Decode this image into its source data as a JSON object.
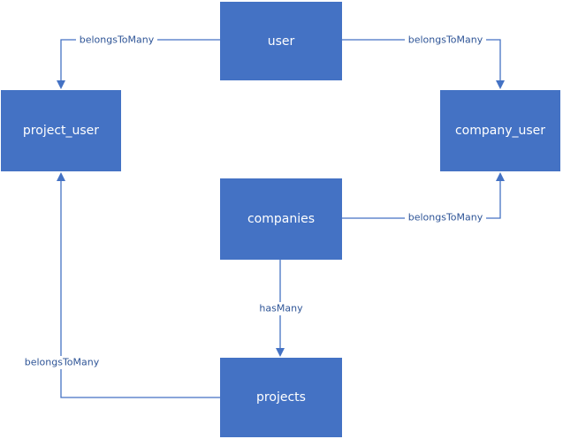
{
  "nodes": {
    "user": "user",
    "project_user": "project_user",
    "company_user": "company_user",
    "companies": "companies",
    "projects": "projects"
  },
  "edges": {
    "user_to_project_user": "belongsToMany",
    "user_to_company_user": "belongsToMany",
    "companies_to_company_user": "belongsToMany",
    "companies_to_projects": "hasMany",
    "projects_to_project_user": "belongsToMany"
  },
  "colors": {
    "node_fill": "#4472c4",
    "edge": "#4472c4",
    "label_text": "#2f5597"
  }
}
